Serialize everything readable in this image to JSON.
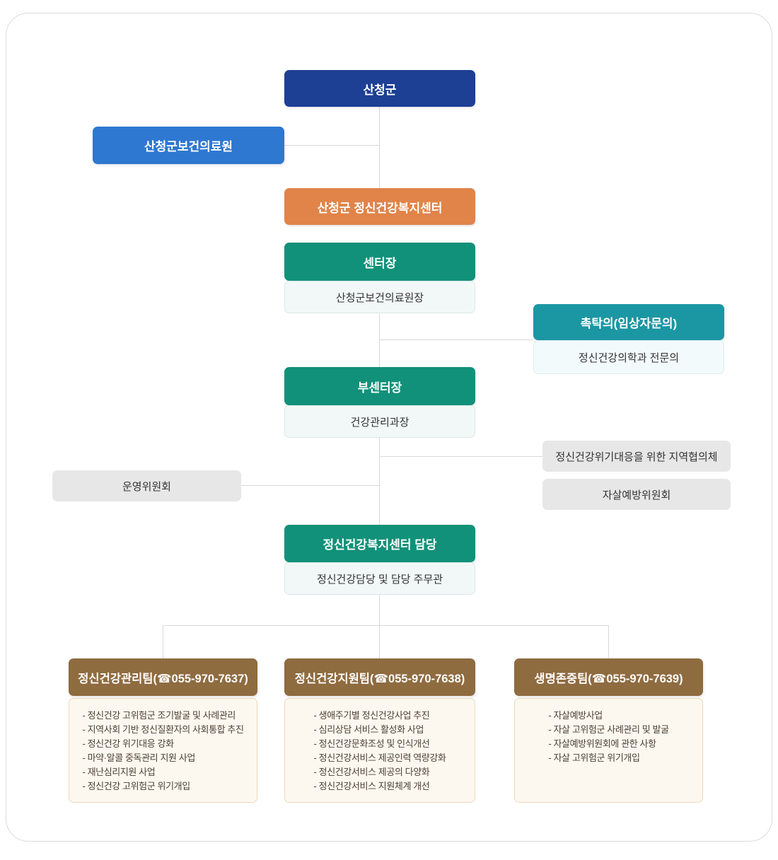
{
  "colors": {
    "navy": "#1d3f94",
    "blue": "#2e78d2",
    "orange": "#e08449",
    "green": "#119179",
    "teal": "#1b96a3",
    "brown": "#8f6b40",
    "gray_box": "#e7e7e7",
    "cream_box": "#fdf8ef",
    "connector_line": "#d9d9d9"
  },
  "org": {
    "sancheong": {
      "label": "산청군"
    },
    "health_center": {
      "label": "산청군보건의료원"
    },
    "mh_center": {
      "label": "산청군 정신건강복지센터"
    },
    "director": {
      "label": "센터장",
      "sub": "산청군보건의료원장"
    },
    "consultant": {
      "label": "촉탁의(임상자문의)",
      "sub": "정신건강의학과 전문의"
    },
    "deputy_director": {
      "label": "부센터장",
      "sub": "건강관리과장"
    },
    "regional_council": {
      "label": "정신건강위기대응을 위한 지역협의체"
    },
    "suicide_committee": {
      "label": "자살예방위원회"
    },
    "steering_committee": {
      "label": "운영위원회"
    },
    "center_manager": {
      "label": "정신건강복지센터 담당",
      "sub": "정신건강담당 및 담당 주무관"
    },
    "teams": [
      {
        "title": "정신건강관리팀(☎055-970-7637)",
        "items": [
          "정신건강 고위험군 조기발굴 및 사례관리",
          "지역사회 기반 정신질환자의 사회통합 추진",
          "정신건강 위기대응 강화",
          "마약·알콜 중독관리 지원 사업",
          "재난심리지원 사업",
          "정신건강 고위험군 위기개입"
        ]
      },
      {
        "title": "정신건강지원팀(☎055-970-7638)",
        "items": [
          "생애주기별 정신건강사업 추진",
          "심리상담 서비스 활성화 사업",
          "정신건강문화조성 및 인식개선",
          "정신건강서비스 제공인력 역량강화",
          "정신건강서비스 제공의 다양화",
          "정신건강서비스 지원체계 개선"
        ]
      },
      {
        "title": "생명존중팀(☎055-970-7639)",
        "items": [
          "자살예방사업",
          "자살 고위험군 사례관리 및 발굴",
          "자살예방위원회에 관한 사항",
          "자살 고위험군 위기개입"
        ]
      }
    ]
  }
}
